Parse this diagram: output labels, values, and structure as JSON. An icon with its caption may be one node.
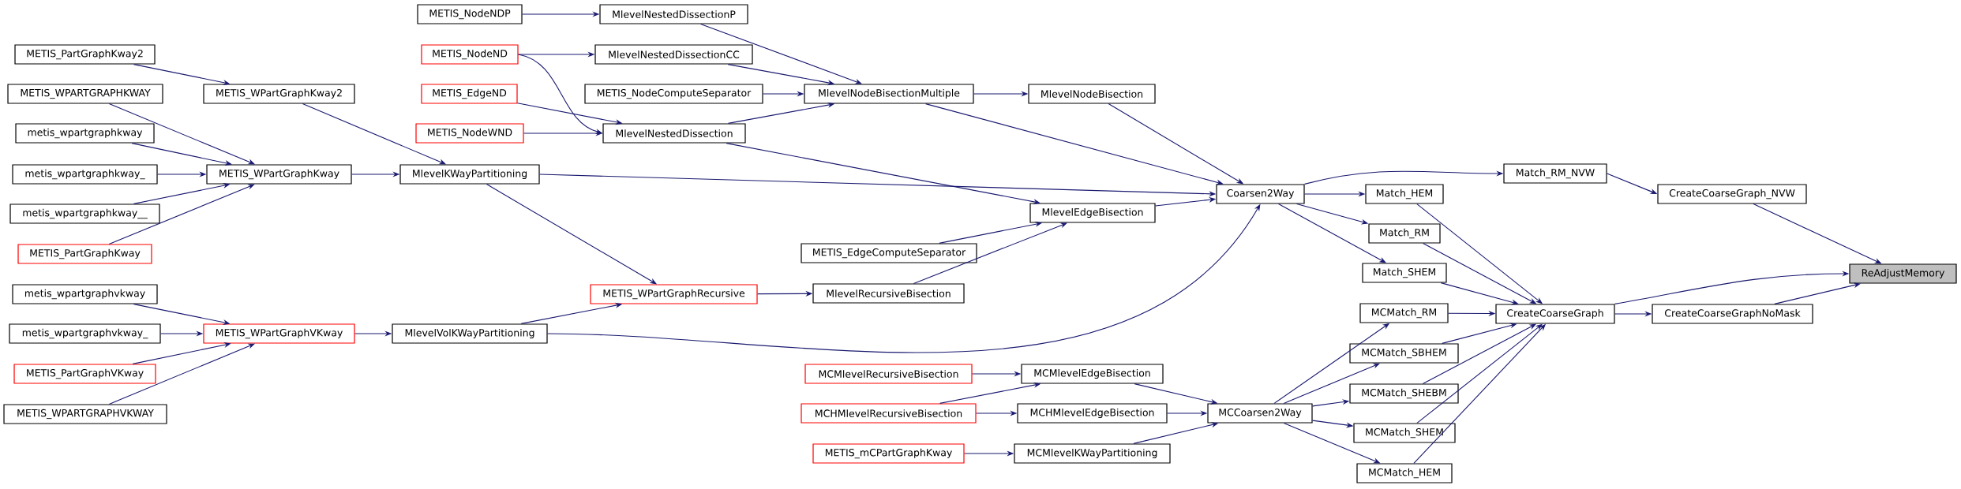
{
  "diagram": {
    "nodes": [
      {
        "text": [
          "METIS_PartGraphKway2"
        ]
      },
      {
        "text": [
          "METIS_WPARTGRAPHKWAY"
        ]
      },
      {
        "text": [
          "metis_wpartgraphkway"
        ]
      },
      {
        "text": [
          "metis_wpartgraphkway_"
        ]
      },
      {
        "text": [
          "metis_wpartgraphkway__"
        ]
      },
      {
        "text": [
          "METIS_PartGraphKway"
        ]
      },
      {
        "text": [
          "metis_wpartgraphvkway"
        ]
      },
      {
        "text": [
          "metis_wpartgraphvkway_"
        ]
      },
      {
        "text": [
          "METIS_PartGraphVKway"
        ]
      },
      {
        "text": [
          "METIS_WPARTGRAPHVKWAY"
        ]
      },
      {
        "text": [
          "METIS_WPartGraphKway2"
        ]
      },
      {
        "text": [
          "METIS_WPartGraphKway"
        ]
      },
      {
        "text": [
          "METIS_WPartGraphVKway"
        ]
      },
      {
        "text": [
          "METIS_NodeNDP"
        ]
      },
      {
        "text": [
          "METIS_NodeND"
        ]
      },
      {
        "text": [
          "METIS_EdgeND"
        ]
      },
      {
        "text": [
          "METIS_NodeWND"
        ]
      },
      {
        "text": [
          "MlevelKWayPartitioning"
        ]
      },
      {
        "text": [
          "MlevelVolKWayPartitioning"
        ]
      },
      {
        "text": [
          "METIS_WPartGraphRecursive"
        ]
      },
      {
        "text": [
          "MlevelNestedDissectionP"
        ]
      },
      {
        "text": [
          "MlevelNestedDissectionCC"
        ]
      },
      {
        "text": [
          "METIS_NodeComputeSeparator"
        ]
      },
      {
        "text": [
          "MlevelNestedDissection"
        ]
      },
      {
        "text": [
          "MlevelNodeBisectionMultiple"
        ]
      },
      {
        "text": [
          "MlevelNodeBisection"
        ]
      },
      {
        "text": [
          "METIS_EdgeComputeSeparator"
        ]
      },
      {
        "text": [
          "MlevelEdgeBisection"
        ]
      },
      {
        "text": [
          "MlevelRecursiveBisection"
        ]
      },
      {
        "text": [
          "Coarsen2Way"
        ]
      },
      {
        "text": [
          "MCMlevelRecursiveBisection"
        ]
      },
      {
        "text": [
          "MCHMlevelRecursiveBisection"
        ]
      },
      {
        "text": [
          "METIS_mCPartGraphKway"
        ]
      },
      {
        "text": [
          "MCMlevelEdgeBisection"
        ]
      },
      {
        "text": [
          "MCHMlevelEdgeBisection"
        ]
      },
      {
        "text": [
          "MCMlevelKWayPartitioning"
        ]
      },
      {
        "text": [
          "MCCoarsen2Way"
        ]
      },
      {
        "text": [
          "Match_RM_NVW"
        ]
      },
      {
        "text": [
          "Match_HEM"
        ]
      },
      {
        "text": [
          "Match_RM"
        ]
      },
      {
        "text": [
          "Match_SHEM"
        ]
      },
      {
        "text": [
          "MCMatch_RM"
        ]
      },
      {
        "text": [
          "MCMatch_SBHEM"
        ]
      },
      {
        "text": [
          "MCMatch_SHEBM"
        ]
      },
      {
        "text": [
          "MCMatch_SHEM"
        ]
      },
      {
        "text": [
          "MCMatch_HEM"
        ]
      },
      {
        "text": [
          "CreateCoarseGraph"
        ]
      },
      {
        "text": [
          "CreateCoarseGraph_NVW"
        ]
      },
      {
        "text": [
          "CreateCoarseGraphNoMask"
        ]
      },
      {
        "text": [
          "ReAdjustMemory"
        ]
      }
    ],
    "edges": [
      {
        "from": 0,
        "to": 10,
        "arrow": "to"
      },
      {
        "from": 1,
        "to": 11,
        "arrow": "to"
      },
      {
        "from": 2,
        "to": 11,
        "arrow": "to"
      },
      {
        "from": 3,
        "to": 11,
        "arrow": "to"
      },
      {
        "from": 4,
        "to": 11,
        "arrow": "to"
      },
      {
        "from": 5,
        "to": 11,
        "arrow": "to"
      },
      {
        "from": 6,
        "to": 12,
        "arrow": "to"
      },
      {
        "from": 7,
        "to": 12,
        "arrow": "to"
      },
      {
        "from": 8,
        "to": 12,
        "arrow": "to"
      },
      {
        "from": 9,
        "to": 12,
        "arrow": "to"
      },
      {
        "from": 10,
        "to": 17,
        "arrow": "to"
      },
      {
        "from": 11,
        "to": 17,
        "arrow": "to"
      },
      {
        "from": 12,
        "to": 18,
        "arrow": "to"
      },
      {
        "from": 13,
        "to": 20,
        "arrow": "to"
      },
      {
        "from": 14,
        "to": 21,
        "arrow": "to"
      },
      {
        "from": 14,
        "to": 23,
        "arrow": "to"
      },
      {
        "from": 15,
        "to": 23,
        "arrow": "to"
      },
      {
        "from": 16,
        "to": 23,
        "arrow": "to"
      },
      {
        "from": 17,
        "to": 29,
        "arrow": "to"
      },
      {
        "from": 17,
        "to": 19,
        "arrow": "to"
      },
      {
        "from": 18,
        "to": 19,
        "arrow": "to"
      },
      {
        "from": 18,
        "to": 29,
        "arrow": "to"
      },
      {
        "from": 19,
        "to": 28,
        "arrow": "to"
      },
      {
        "from": 20,
        "to": 24,
        "arrow": "to"
      },
      {
        "from": 21,
        "to": 24,
        "arrow": "to"
      },
      {
        "from": 22,
        "to": 24,
        "arrow": "to"
      },
      {
        "from": 23,
        "to": 24,
        "arrow": "to"
      },
      {
        "from": 23,
        "to": 27,
        "arrow": "to"
      },
      {
        "from": 24,
        "to": 25,
        "arrow": "to"
      },
      {
        "from": 24,
        "to": 29,
        "arrow": "to"
      },
      {
        "from": 25,
        "to": 29,
        "arrow": "to"
      },
      {
        "from": 26,
        "to": 27,
        "arrow": "to"
      },
      {
        "from": 28,
        "to": 27,
        "arrow": "to"
      },
      {
        "from": 27,
        "to": 29,
        "arrow": "to"
      },
      {
        "from": 29,
        "to": 37,
        "arrow": "to"
      },
      {
        "from": 29,
        "to": 38,
        "arrow": "to"
      },
      {
        "from": 29,
        "to": 39,
        "arrow": "to"
      },
      {
        "from": 29,
        "to": 40,
        "arrow": "to"
      },
      {
        "from": 30,
        "to": 33,
        "arrow": "to"
      },
      {
        "from": 31,
        "to": 33,
        "arrow": "to"
      },
      {
        "from": 31,
        "to": 34,
        "arrow": "to"
      },
      {
        "from": 32,
        "to": 35,
        "arrow": "to"
      },
      {
        "from": 33,
        "to": 36,
        "arrow": "to"
      },
      {
        "from": 34,
        "to": 36,
        "arrow": "to"
      },
      {
        "from": 35,
        "to": 36,
        "arrow": "to"
      },
      {
        "from": 36,
        "to": 41,
        "arrow": "to"
      },
      {
        "from": 36,
        "to": 42,
        "arrow": "to"
      },
      {
        "from": 36,
        "to": 43,
        "arrow": "to"
      },
      {
        "from": 36,
        "to": 44,
        "arrow": "to"
      },
      {
        "from": 36,
        "to": 45,
        "arrow": "to"
      },
      {
        "from": 37,
        "to": 47,
        "arrow": "to"
      },
      {
        "from": 38,
        "to": 46,
        "arrow": "to"
      },
      {
        "from": 39,
        "to": 46,
        "arrow": "to"
      },
      {
        "from": 40,
        "to": 46,
        "arrow": "to"
      },
      {
        "from": 41,
        "to": 46,
        "arrow": "to"
      },
      {
        "from": 42,
        "to": 46,
        "arrow": "to"
      },
      {
        "from": 43,
        "to": 46,
        "arrow": "to"
      },
      {
        "from": 44,
        "to": 46,
        "arrow": "to"
      },
      {
        "from": 45,
        "to": 46,
        "arrow": "to"
      },
      {
        "from": 46,
        "to": 49,
        "arrow": "to"
      },
      {
        "from": 46,
        "to": 48,
        "arrow": "to"
      },
      {
        "from": 47,
        "to": 49,
        "arrow": "to"
      },
      {
        "from": 48,
        "to": 49,
        "arrow": "to"
      }
    ]
  }
}
